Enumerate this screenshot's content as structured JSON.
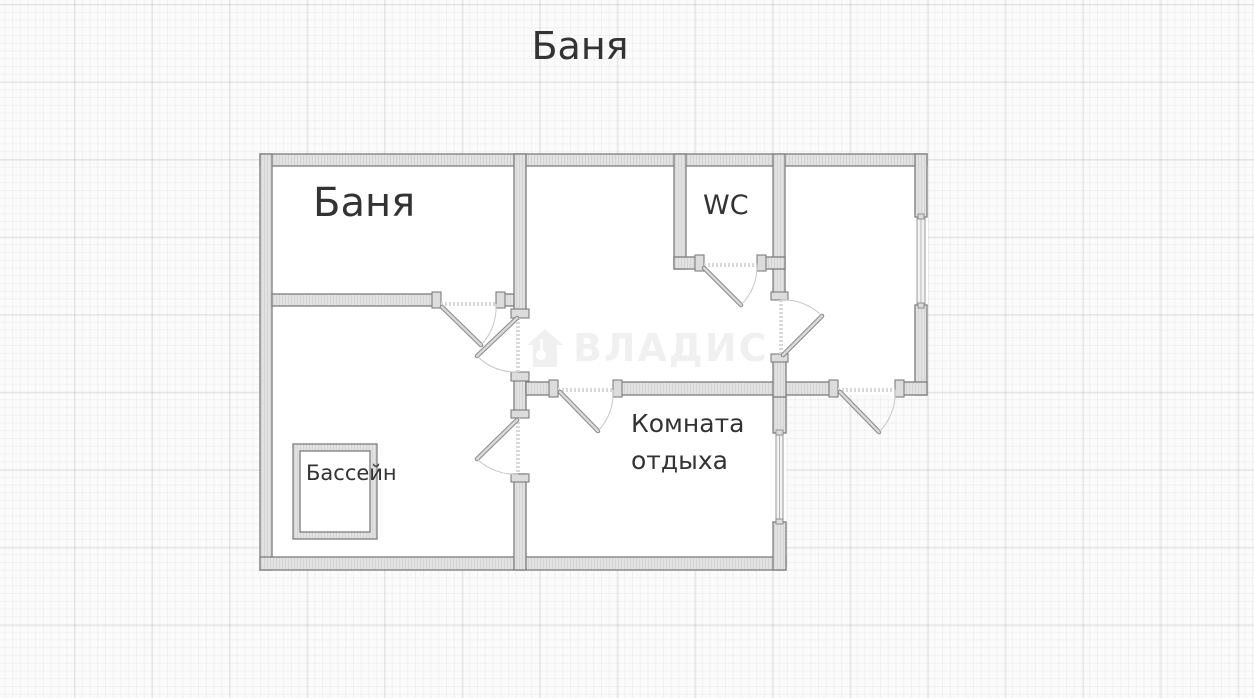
{
  "plan": {
    "title": "Баня",
    "rooms": [
      {
        "id": "banya",
        "label": "Баня"
      },
      {
        "id": "wc",
        "label": "WC"
      },
      {
        "id": "pool",
        "label": "Бассейн"
      },
      {
        "id": "rest",
        "label": "Комната\nотдыха",
        "label_line1": "Комната",
        "label_line2": "отдыха"
      }
    ],
    "watermark": {
      "text": "ВЛАДИС",
      "icon": "house-key-icon"
    },
    "colors": {
      "wall_fill": "#e4e4e4",
      "wall_stroke": "#808080",
      "grid_line": "#e6e6e6",
      "text": "#333333",
      "background": "#fbfbfb"
    }
  }
}
